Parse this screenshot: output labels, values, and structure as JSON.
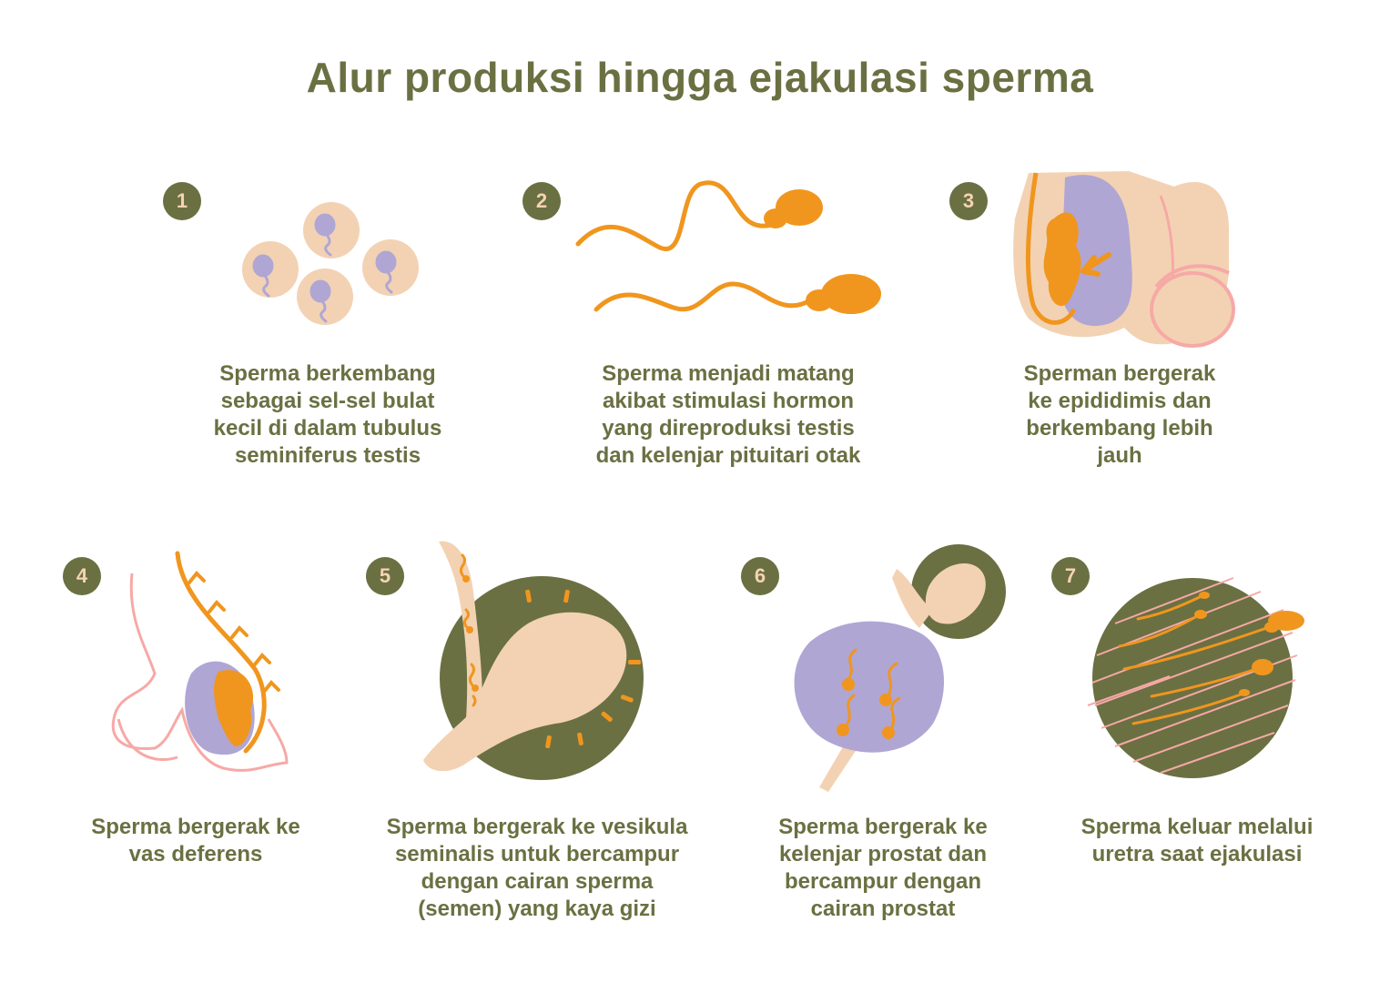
{
  "title": "Alur produksi hingga ejakulasi sperma",
  "colors": {
    "olive": "#6b7042",
    "peach": "#f3d2b3",
    "lavender": "#b0a6d4",
    "orange": "#f0961e",
    "pink": "#f6a9a6"
  },
  "steps": [
    {
      "number": "1",
      "text_lines": [
        "Sperma berkembang",
        "sebagai sel-sel bulat",
        "kecil di dalam tubulus",
        "seminiferus testis"
      ]
    },
    {
      "number": "2",
      "text_lines": [
        "Sperma menjadi matang",
        "akibat stimulasi hormon",
        "yang direproduksi testis",
        "dan kelenjar pituitari otak"
      ]
    },
    {
      "number": "3",
      "text_lines": [
        "Sperman bergerak",
        "ke epididimis dan",
        "berkembang lebih",
        "jauh"
      ]
    },
    {
      "number": "4",
      "text_lines": [
        "Sperma bergerak ke",
        "vas deferens"
      ]
    },
    {
      "number": "5",
      "text_lines": [
        "Sperma bergerak ke vesikula",
        "seminalis untuk bercampur",
        "dengan cairan sperma",
        "(semen) yang kaya gizi"
      ]
    },
    {
      "number": "6",
      "text_lines": [
        "Sperma bergerak ke",
        "kelenjar prostat dan",
        "bercampur dengan",
        "cairan prostat"
      ]
    },
    {
      "number": "7",
      "text_lines": [
        "Sperma keluar melalui",
        "uretra saat ejakulasi"
      ]
    }
  ]
}
